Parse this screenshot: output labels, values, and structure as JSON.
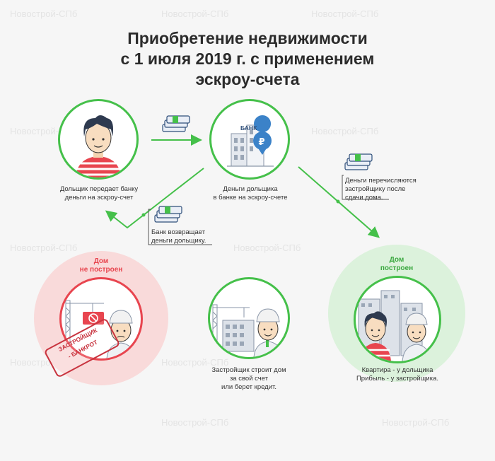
{
  "title": {
    "line1": "Приобретение недвижимости",
    "line2": "с 1 июля 2019 г. с применением",
    "line3": "эскроу-счета"
  },
  "watermark": "Новострой-СПб",
  "nodes": {
    "buyer": {
      "caption1": "Дольщик передает банку",
      "caption2": "деньги на эскроу-счет"
    },
    "bank": {
      "sign": "БАНК",
      "symbol": "₽",
      "caption1": "Деньги дольщика",
      "caption2": "в банке на эскроу-счете"
    },
    "refund": {
      "caption1": "Банк возвращает",
      "caption2": "деньги дольщику."
    },
    "transfer": {
      "caption1": "Деньги перечисляются",
      "caption2": "застройщику после",
      "caption3": "сдачи дома."
    },
    "not_built": {
      "status1": "Дом",
      "status2": "не построен",
      "stamp1": "ЗАСТРОЙЩИК",
      "stamp2": "- БАНКРОТ"
    },
    "builds": {
      "caption1": "Застройщик строит дом",
      "caption2": "за свой счет",
      "caption3": "или берет кредит."
    },
    "built": {
      "status1": "Дом",
      "status2": "построен",
      "caption1": "Квартира - у дольщика",
      "caption2": "Прибыль - у застройщика."
    }
  },
  "colors": {
    "green": "#45c04a",
    "red": "#e8454f",
    "pinkBg": "#f9dada",
    "greenBg": "#dcf2dc"
  }
}
